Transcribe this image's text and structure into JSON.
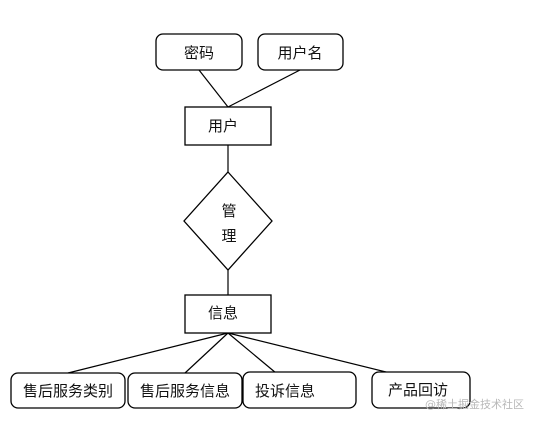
{
  "diagram": {
    "entities": {
      "user": "用户",
      "info": "信息"
    },
    "relationship": {
      "line1": "管",
      "line2": "理"
    },
    "attributes": {
      "password": "密码",
      "username": "用户名",
      "after_sales_type": "售后服务类别",
      "after_sales_info": "售后服务信息",
      "complaint_info": "投诉信息",
      "product_revisit": "产品回访"
    }
  },
  "watermark": "@稀土掘金技术社区"
}
